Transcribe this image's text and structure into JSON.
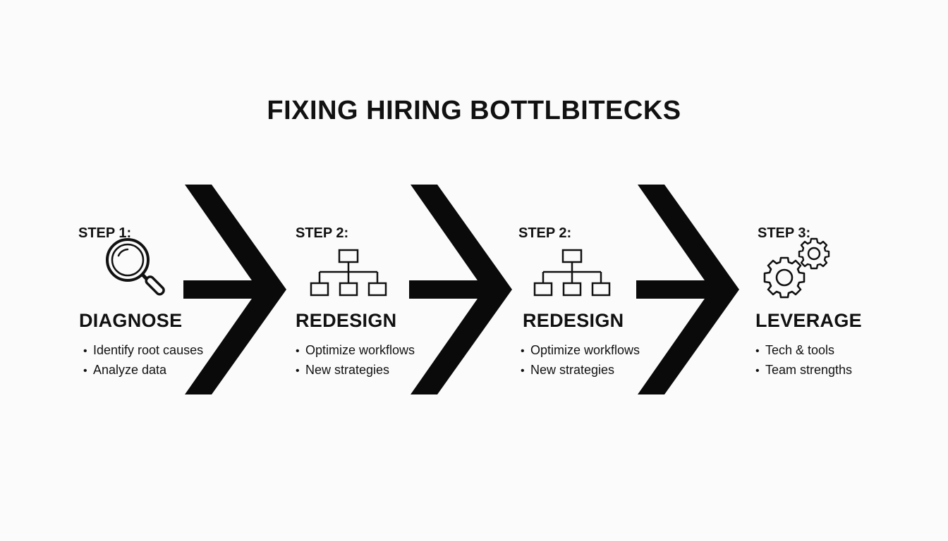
{
  "title": "FIXING HIRING BOTTLBITECKS",
  "colors": {
    "background": "#fbfbfb",
    "ink": "#111111"
  },
  "steps": [
    {
      "label": "STEP 1:",
      "icon": "magnifying-glass-icon",
      "heading": "DIAGNOSE",
      "bullets": [
        "Identify root causes",
        "Analyze data"
      ]
    },
    {
      "label": "STEP 2:",
      "icon": "org-chart-icon",
      "heading": "REDESIGN",
      "bullets": [
        "Optimize workflows",
        "New strategies"
      ]
    },
    {
      "label": "STEP 2:",
      "icon": "org-chart-icon",
      "heading": "REDESIGN",
      "bullets": [
        "Optimize workflows",
        "New strategies"
      ]
    },
    {
      "label": "STEP 3:",
      "icon": "gears-icon",
      "heading": "LEVERAGE",
      "bullets": [
        "Tech & tools",
        "Team strengths"
      ]
    }
  ]
}
